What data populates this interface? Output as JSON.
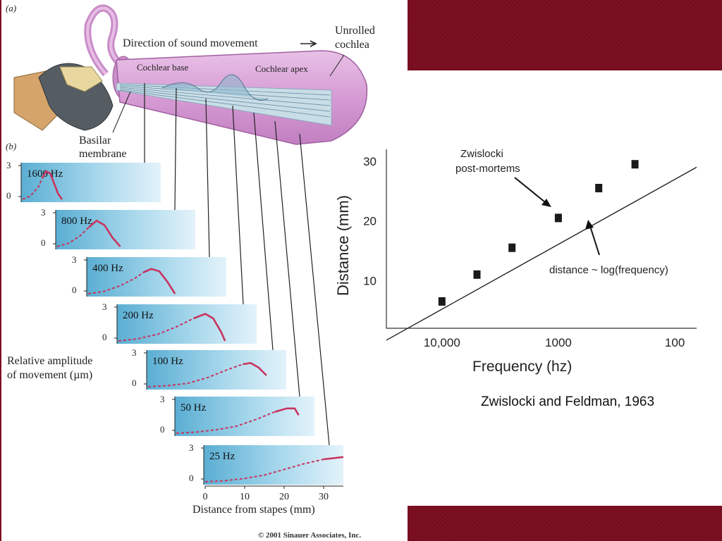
{
  "slide": {
    "citation": "Zwislocki and Feldman, 1963",
    "copyright": "© 2001 Sinauer Associates, Inc."
  },
  "figure": {
    "panel_a_label": "(a)",
    "panel_b_label": "(b)",
    "direction_label": "Direction of sound movement",
    "unrolled_label_line1": "Unrolled",
    "unrolled_label_line2": "cochlea",
    "base_label": "Cochlear base",
    "apex_label": "Cochlear apex",
    "basilar_line1": "Basilar",
    "basilar_line2": "membrane",
    "amplitude_line1": "Relative amplitude",
    "amplitude_line2": "of movement (µm)",
    "xlabel": "Distance from stapes (mm)",
    "xticks": [
      "0",
      "10",
      "20",
      "30"
    ],
    "ytick_top": "3",
    "ytick_bottom": "0"
  },
  "chart_data": [
    {
      "type": "line",
      "xlabel": "Distance from stapes (mm)",
      "ylabel": "Relative amplitude of movement (µm)",
      "xlim": [
        0,
        35
      ],
      "ylim": [
        0,
        3
      ],
      "x_ticks": [
        "0",
        "10",
        "20",
        "30"
      ],
      "y_ticks": [
        "0",
        "3"
      ],
      "series": [
        {
          "name": "1600 Hz",
          "peak_mm": 6,
          "x": [
            0,
            2,
            4,
            5,
            6,
            7,
            8,
            9,
            10
          ],
          "y": [
            0,
            0.3,
            1.1,
            1.9,
            2.5,
            2.3,
            1.4,
            0.5,
            0
          ]
        },
        {
          "name": "800 Hz",
          "peak_mm": 10,
          "x": [
            0,
            3,
            6,
            8,
            10,
            12,
            14,
            16
          ],
          "y": [
            0,
            0.3,
            1.0,
            1.7,
            2.3,
            1.9,
            0.8,
            0
          ]
        },
        {
          "name": "400 Hz",
          "peak_mm": 16,
          "x": [
            0,
            4,
            8,
            12,
            14,
            16,
            18,
            20,
            22
          ],
          "y": [
            0,
            0.2,
            0.7,
            1.4,
            1.9,
            2.2,
            2.0,
            1.1,
            0
          ]
        },
        {
          "name": "200 Hz",
          "peak_mm": 22,
          "x": [
            0,
            5,
            10,
            15,
            19,
            22,
            24,
            26,
            27
          ],
          "y": [
            0,
            0.2,
            0.6,
            1.3,
            2.0,
            2.4,
            2.0,
            0.8,
            0
          ]
        },
        {
          "name": "100 Hz",
          "peak_mm": 26,
          "x": [
            0,
            5,
            10,
            15,
            20,
            24,
            26,
            28,
            30
          ],
          "y": [
            0,
            0.1,
            0.3,
            0.8,
            1.5,
            2.0,
            2.1,
            1.7,
            1.0
          ]
        },
        {
          "name": "50 Hz",
          "peak_mm": 30,
          "x": [
            0,
            5,
            10,
            15,
            20,
            25,
            28,
            30,
            31
          ],
          "y": [
            0,
            0.1,
            0.3,
            0.6,
            1.2,
            1.9,
            2.2,
            2.2,
            1.6
          ]
        },
        {
          "name": "25 Hz",
          "peak_mm": 35,
          "x": [
            0,
            5,
            10,
            15,
            20,
            25,
            30,
            35
          ],
          "y": [
            0,
            0.1,
            0.3,
            0.6,
            1.1,
            1.6,
            2.0,
            2.2
          ]
        }
      ]
    },
    {
      "type": "scatter",
      "xlabel": "Frequency (hz)",
      "ylabel": "Distance (mm)",
      "x_scale": "log",
      "x_reversed": true,
      "xlim": [
        30000,
        65
      ],
      "ylim": [
        2,
        32
      ],
      "x_ticks": [
        "10,000",
        "1000",
        "100"
      ],
      "y_ticks": [
        "10",
        "20",
        "30"
      ],
      "points": {
        "x": [
          10000,
          5000,
          2500,
          1000,
          450,
          220
        ],
        "y": [
          6.5,
          11,
          15.5,
          20.5,
          25.5,
          29.5
        ]
      },
      "trend_line": {
        "label": "distance ~ log(frequency)",
        "x": [
          30000,
          65
        ],
        "y": [
          0,
          29
        ]
      },
      "annotations": [
        "Zwislocki post-mortems",
        "distance ~ log(frequency)"
      ]
    }
  ],
  "graph_labels": {
    "ylabel": "Distance (mm)",
    "xlabel": "Frequency (hz)",
    "annotation_zwislocki_1": "Zwislocki",
    "annotation_zwislocki_2": "post-mortems",
    "annotation_trend": "distance ~ log(frequency)"
  },
  "colors": {
    "maroon": "#7a0f21",
    "cochlea_pink": "#d9a6d8",
    "curve_magenta": "#c8345f",
    "panel_blue_light": "#dff2f9",
    "panel_blue_dark": "#6fb8d6"
  }
}
